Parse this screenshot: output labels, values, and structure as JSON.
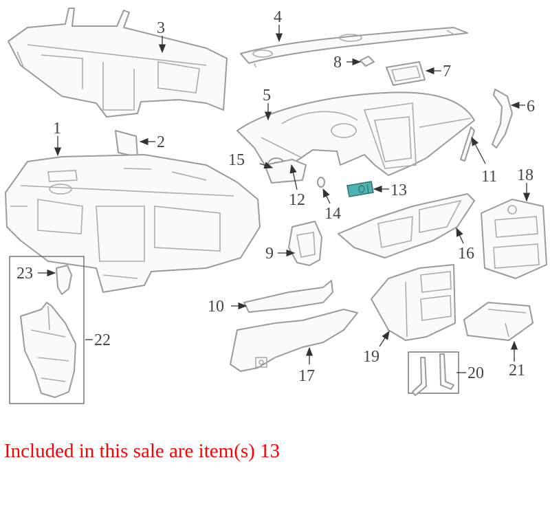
{
  "labels": {
    "l1": "1",
    "l2": "2",
    "l3": "3",
    "l4": "4",
    "l5": "5",
    "l6": "6",
    "l7": "7",
    "l8": "8",
    "l9": "9",
    "l10": "10",
    "l11": "11",
    "l12": "12",
    "l13": "13",
    "l14": "14",
    "l15": "15",
    "l16": "16",
    "l17": "17",
    "l18": "18",
    "l19": "19",
    "l20": "20",
    "l21": "21",
    "l22": "22",
    "l23": "23"
  },
  "highlight_color": "#4fb3b3",
  "caption_color": "#ff0000",
  "caption": "Included in this sale are item(s) 13"
}
